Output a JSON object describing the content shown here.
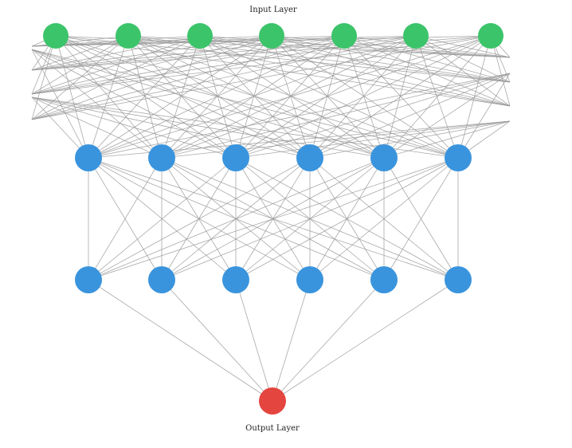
{
  "labels": {
    "input_layer": "Input Layer",
    "output_layer": "Output Layer"
  },
  "network": {
    "layers": [
      {
        "role": "input",
        "count": 7,
        "color": "#3cc46a"
      },
      {
        "role": "hidden",
        "count": 6,
        "color": "#3a94dd"
      },
      {
        "role": "hidden",
        "count": 6,
        "color": "#3a94dd"
      },
      {
        "role": "output",
        "count": 1,
        "color": "#e5453f"
      }
    ],
    "connectivity": "fully-connected",
    "edge_color": "#9a9a9a"
  }
}
